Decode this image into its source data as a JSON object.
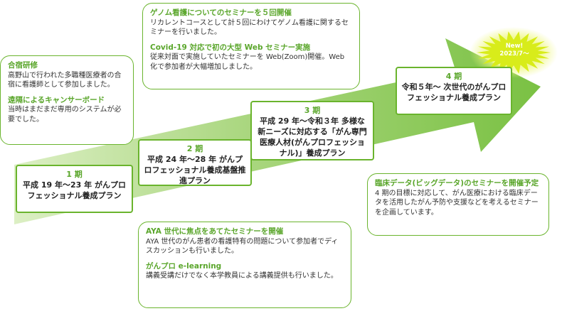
{
  "stages": [
    {
      "phase": "1 期",
      "detail": "平成 19 年〜23 年 がんプロフェッショナル養成プラン"
    },
    {
      "phase": "2 期",
      "detail": "平成 24 年〜28 年 がんプロフェッショナル養成基盤推進プラン"
    },
    {
      "phase": "3 期",
      "detail": "平成 29 年〜令和３年 多様な新ニーズに対応する「がん専門医療人材(がんプロフェッショナル)」養成プラン"
    },
    {
      "phase": "4 期",
      "detail": "令和５年〜 次世代のがんプロフェッショナル養成プラン"
    }
  ],
  "callouts": {
    "c1": {
      "title1": "合宿研修",
      "body1": "高野山で行われた多職種医療者の合宿に看護師として参加しました。",
      "title2": "遠隔によるキャンサーボード",
      "body2": "当時はまだまだ専用のシステムが必要でした。"
    },
    "c2": {
      "title1": "AYA 世代に焦点をあてたセミナーを開催",
      "body1": "AYA 世代のがん患者の看護特有の問題について参加者でディスカッションも行いました。",
      "title2": "がんプロ e-learning",
      "body2": "講義受講だけでなく本学教員による講義提供も行いました。"
    },
    "c3": {
      "title1": "ゲノム看護についてのセミナーを５回開催",
      "body1": "リカレントコースとして計５回にわけてゲノム看護に関するセミナーを行いました。",
      "title2": "Covid-19 対応で初の大型 Web セミナー実施",
      "body2": "従来対面で実施していたセミナーを Web(Zoom)開催。Web 化で参加者が大幅増加しました。"
    },
    "c4": {
      "title1": "臨床データ(ビッグデータ)のセミナーを開催予定",
      "body1": "4 期の目標に対応して、がん医療における臨床データを活用したがん予防や支援などを考えるセミナーを企画しています。"
    }
  },
  "badge": {
    "line1": "New!",
    "line2": "2023/7〜"
  },
  "colors": {
    "arrow_light": "#dcefc4",
    "arrow_dark": "#7ac143",
    "border": "#6ab42d",
    "title_green": "#5aa62b",
    "burst": "#d8ec1a"
  }
}
